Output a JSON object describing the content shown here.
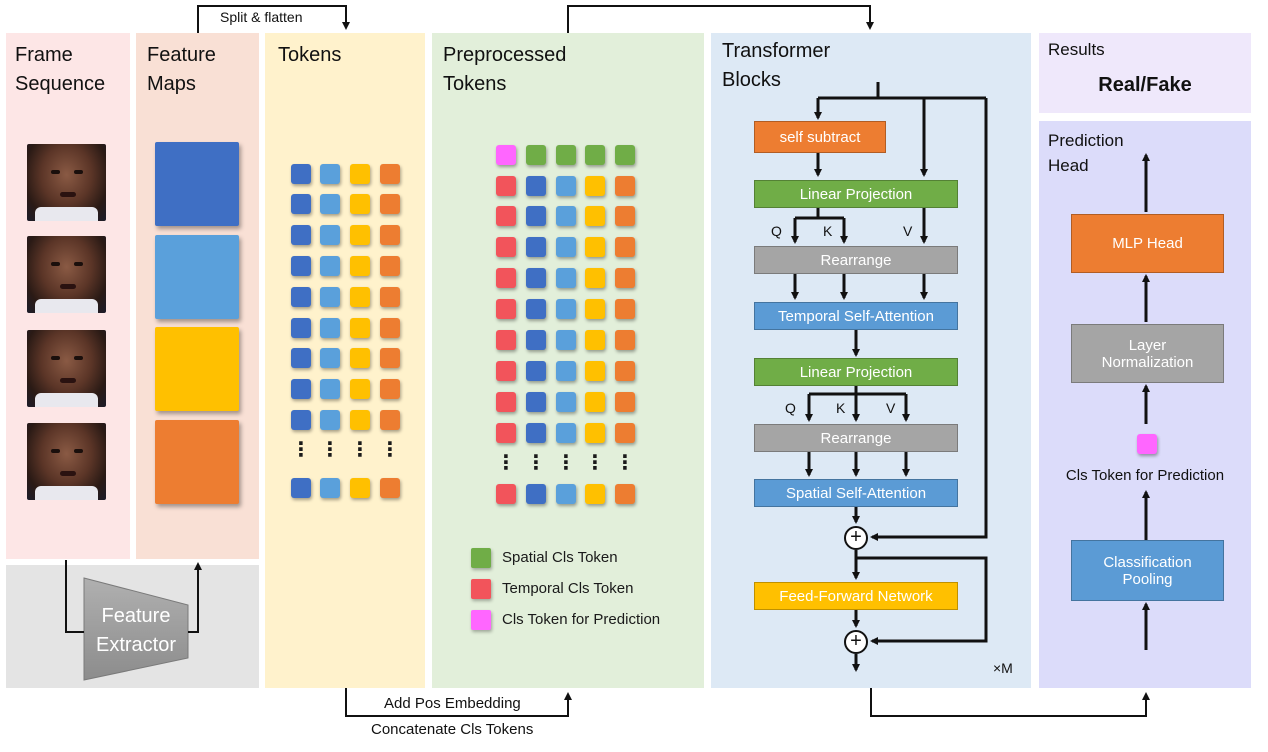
{
  "panels": {
    "frame_sequence": "Frame\nSequence",
    "feature_maps": "Feature\nMaps",
    "tokens": "Tokens",
    "preprocessed_tokens": "Preprocessed\nTokens",
    "transformer_blocks": "Transformer\nBlocks",
    "results": "Results",
    "prediction_head": "Prediction\nHead"
  },
  "result_value": "Real/Fake",
  "feature_extractor": "Feature\nExtractor",
  "flow_labels": {
    "split_flatten": "Split & flatten",
    "add_pos": "Add Pos Embedding",
    "concat_cls": "Concatenate Cls Tokens"
  },
  "legend": {
    "spatial": "Spatial Cls Token",
    "temporal": "Temporal Cls Token",
    "prediction": "Cls Token for Prediction"
  },
  "transformer": {
    "self_subtract": "self subtract",
    "linear_projection": "Linear Projection",
    "rearrange": "Rearrange",
    "temporal_attention": "Temporal Self-Attention",
    "spatial_attention": "Spatial Self-Attention",
    "ffn": "Feed-Forward Network",
    "q": "Q",
    "k": "K",
    "v": "V",
    "repeat": "×M",
    "plus": "+"
  },
  "head": {
    "mlp": "MLP Head",
    "layer_norm": "Layer\nNormalization",
    "cls_prediction": "Cls Token for Prediction",
    "pooling": "Classification\nPooling"
  },
  "colors": {
    "blue_dark": "#3f6fc4",
    "blue_light": "#5aa0db",
    "yellow": "#ffc000",
    "orange": "#ed7d31",
    "green": "#70ad47",
    "red": "#f2545b",
    "magenta": "#ff66ff",
    "gray": "#a5a5a5",
    "attention_blue": "#5b9bd5"
  }
}
